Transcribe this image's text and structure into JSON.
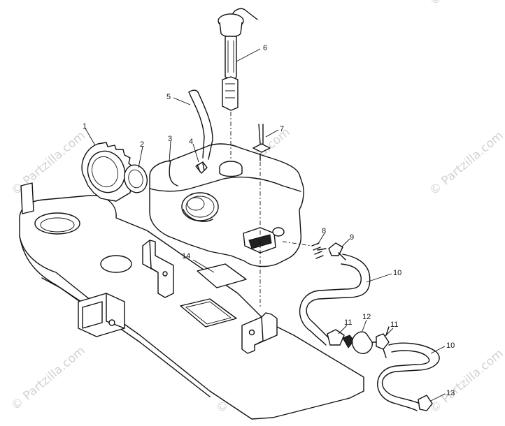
{
  "watermark": {
    "text": "© Partzilla.com"
  },
  "callouts": [
    {
      "id": "callout-1",
      "label": "1"
    },
    {
      "id": "callout-2",
      "label": "2"
    },
    {
      "id": "callout-3",
      "label": "3"
    },
    {
      "id": "callout-4",
      "label": "4"
    },
    {
      "id": "callout-5",
      "label": "5"
    },
    {
      "id": "callout-6",
      "label": "6"
    },
    {
      "id": "callout-7",
      "label": "7"
    },
    {
      "id": "callout-8",
      "label": "8"
    },
    {
      "id": "callout-9",
      "label": "9"
    },
    {
      "id": "callout-10a",
      "label": "10"
    },
    {
      "id": "callout-10b",
      "label": "10"
    },
    {
      "id": "callout-11a",
      "label": "11"
    },
    {
      "id": "callout-11b",
      "label": "11"
    },
    {
      "id": "callout-12",
      "label": "12"
    },
    {
      "id": "callout-13",
      "label": "13"
    },
    {
      "id": "callout-14",
      "label": "14"
    }
  ]
}
